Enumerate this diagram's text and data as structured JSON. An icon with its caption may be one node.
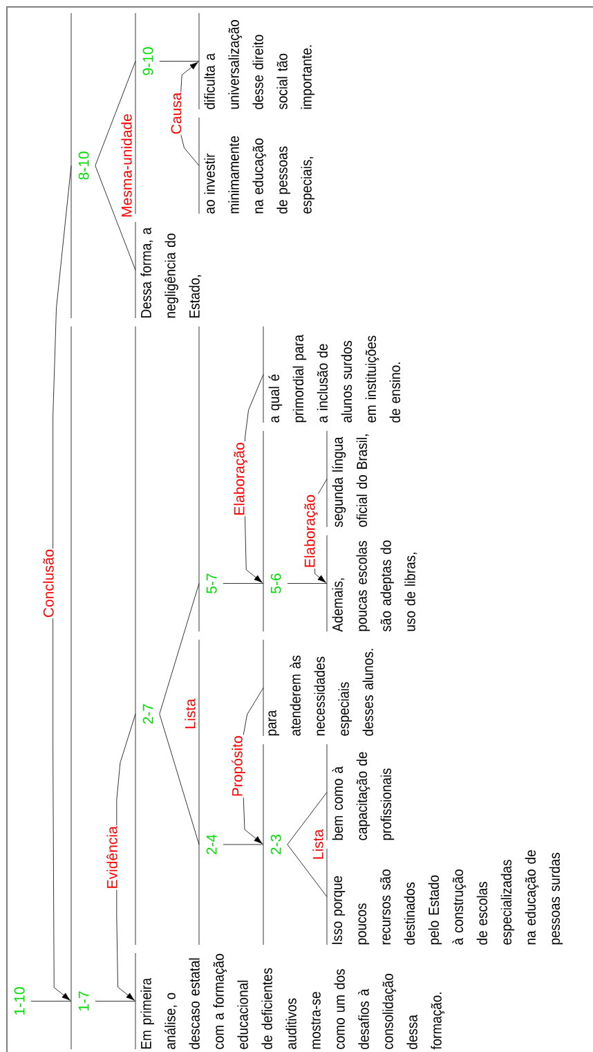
{
  "diagram": {
    "nodes": [
      {
        "text": [
          "1-10"
        ]
      },
      {
        "text": [
          "1-7"
        ]
      },
      {
        "text": [
          "8-10"
        ]
      },
      {
        "text": [
          "Em primeira análise, o descaso estatal com a formação educacional de deficientes auditivos mostra-se como um dos desafios à consolidação dessa formação."
        ]
      },
      {
        "text": [
          "2-7"
        ]
      },
      {
        "text": [
          "Dessa forma, a negligência do Estado,"
        ]
      },
      {
        "text": [
          "9-10"
        ]
      },
      {
        "text": [
          "2-4"
        ]
      },
      {
        "text": [
          "5-7"
        ]
      },
      {
        "text": [
          "ao investir minimamente na educação de pessoas especiais,"
        ]
      },
      {
        "text": [
          "dificulta a universalização desse direito social tão importante."
        ]
      },
      {
        "text": [
          "2-3"
        ]
      },
      {
        "text": [
          "para atenderem às necessidades especiais desses alunos."
        ]
      },
      {
        "text": [
          "5-6"
        ]
      },
      {
        "text": [
          "a qual é primordial para a inclusão de alunos surdos em instituições de ensino."
        ]
      },
      {
        "text": [
          "Isso porque poucos recursos são destinados pelo Estado à construção de escolas especializadas na educação de pessoas surdas"
        ]
      },
      {
        "text": [
          "bem como à capacitação de profissionais"
        ]
      },
      {
        "text": [
          "Ademais, poucas escolas são adeptas do uso de libras,"
        ]
      },
      {
        "text": [
          "segunda língua oficial do Brasil,"
        ]
      }
    ],
    "edges": [
      {
        "from": 0,
        "to": 1,
        "arrow": "none"
      },
      {
        "from": 2,
        "to": 1,
        "arrow": "to",
        "label": "Conclusão"
      },
      {
        "from": 1,
        "to": 3,
        "arrow": "none"
      },
      {
        "from": 4,
        "to": 3,
        "arrow": "to",
        "label": "Evidência"
      },
      {
        "from": 2,
        "to": 5,
        "arrow": "none",
        "label": "Mesma-unidade"
      },
      {
        "from": 2,
        "to": 6,
        "arrow": "none"
      },
      {
        "from": 6,
        "to": 10,
        "arrow": "none"
      },
      {
        "from": 9,
        "to": 10,
        "arrow": "to",
        "label": "Causa"
      },
      {
        "from": 4,
        "to": 7,
        "arrow": "none",
        "label": "Lista"
      },
      {
        "from": 4,
        "to": 8,
        "arrow": "none"
      },
      {
        "from": 7,
        "to": 11,
        "arrow": "none"
      },
      {
        "from": 12,
        "to": 11,
        "arrow": "to",
        "label": "Propósito"
      },
      {
        "from": 8,
        "to": 13,
        "arrow": "none"
      },
      {
        "from": 14,
        "to": 13,
        "arrow": "to",
        "label": "Elaboração"
      },
      {
        "from": 11,
        "to": 15,
        "arrow": "none",
        "label": "Lista"
      },
      {
        "from": 11,
        "to": 16,
        "arrow": "none"
      },
      {
        "from": 13,
        "to": 17,
        "arrow": "none"
      },
      {
        "from": 18,
        "to": 17,
        "arrow": "to",
        "label": "Elaboração"
      }
    ]
  }
}
